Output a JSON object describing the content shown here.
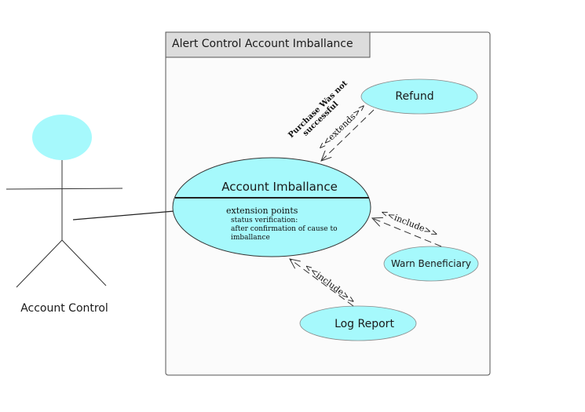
{
  "system": {
    "title": "Alert Control  Account Imballance"
  },
  "actor": {
    "name": "Account Control"
  },
  "use_cases": {
    "main": {
      "name": "Account Imballance",
      "extension_heading": "extension points",
      "extension_lines": [
        "status verification:",
        "after confirmation of cause to",
        "imballance"
      ]
    },
    "refund": {
      "name": "Refund"
    },
    "warn": {
      "name": "Warn Beneficiary"
    },
    "log": {
      "name": "Log Report"
    }
  },
  "relations": {
    "extends_label": "<<extends>>",
    "include_label_warn": "<<include>>",
    "include_label_log": "<<include>>",
    "condition_line1": "Purchase Was not",
    "condition_line2": "successful"
  },
  "colors": {
    "usecase_fill": "#a6f9fc",
    "actor_head": "#a6f9fc",
    "boundary_fill": "#fbfbfb",
    "title_fill": "#dcdcdc",
    "stroke": "#333333"
  }
}
